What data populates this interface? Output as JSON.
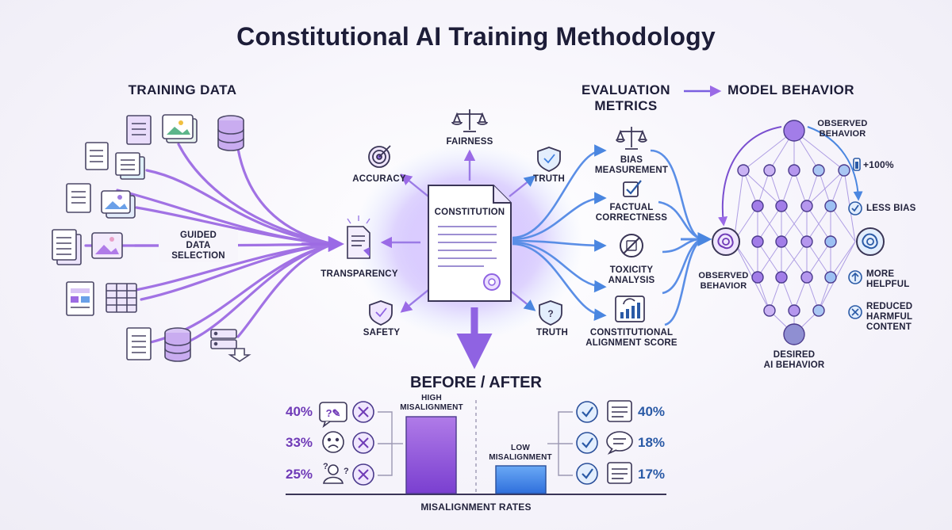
{
  "title": "Constitutional AI Training Methodology",
  "sections": {
    "training_data": "TRAINING DATA",
    "evaluation_metrics_line1": "EVALUATION",
    "evaluation_metrics_line2": "METRICS",
    "model_behavior": "MODEL BEHAVIOR",
    "before_after": "BEFORE / AFTER"
  },
  "training": {
    "guided_line1": "GUIDED",
    "guided_line2": "DATA",
    "guided_line3": "SELECTION"
  },
  "constitution": {
    "label": "CONSTITUTION",
    "principles": {
      "fairness": "FAIRNESS",
      "accuracy": "ACCURACY",
      "truth_top": "TRUTH",
      "transparency": "TRANSPARENCY",
      "safety": "SAFETY",
      "truth_bottom": "TRUTH"
    }
  },
  "metrics": {
    "bias_line1": "BIAS",
    "bias_line2": "MEASUREMENT",
    "factual_line1": "FACTUAL",
    "factual_line2": "CORRECTNESS",
    "toxicity_line1": "TOXICITY",
    "toxicity_line2": "ANALYSIS",
    "alignment_line1": "CONSTITUTIONAL",
    "alignment_line2": "ALIGNMENT SCORE"
  },
  "model": {
    "observed_top_line1": "OBSERVED",
    "observed_top_line2": "BEHAVIOR",
    "observed_left_line1": "OBSERVED",
    "observed_left_line2": "BEHAVIOR",
    "desired_line1": "DESIRED",
    "desired_line2": "AI BEHAVIOR",
    "outcomes": {
      "plus": "+100%",
      "less_bias": "LESS BIAS",
      "more_line1": "MORE",
      "more_line2": "HELPFUL",
      "reduced_line1": "REDUCED",
      "reduced_line2": "HARMFUL",
      "reduced_line3": "CONTENT"
    }
  },
  "before_after": {
    "before_pcts": [
      "40%",
      "33%",
      "25%"
    ],
    "after_pcts": [
      "40%",
      "18%",
      "17%"
    ],
    "high_line1": "HIGH",
    "high_line2": "MISALIGNMENT",
    "low_line1": "LOW",
    "low_line2": "MISALIGNMENT",
    "axis_label": "MISALIGNMENT RATES"
  },
  "colors": {
    "purple": "#8a4fd6",
    "blue": "#3d7fe0",
    "dark": "#1d1d38"
  }
}
